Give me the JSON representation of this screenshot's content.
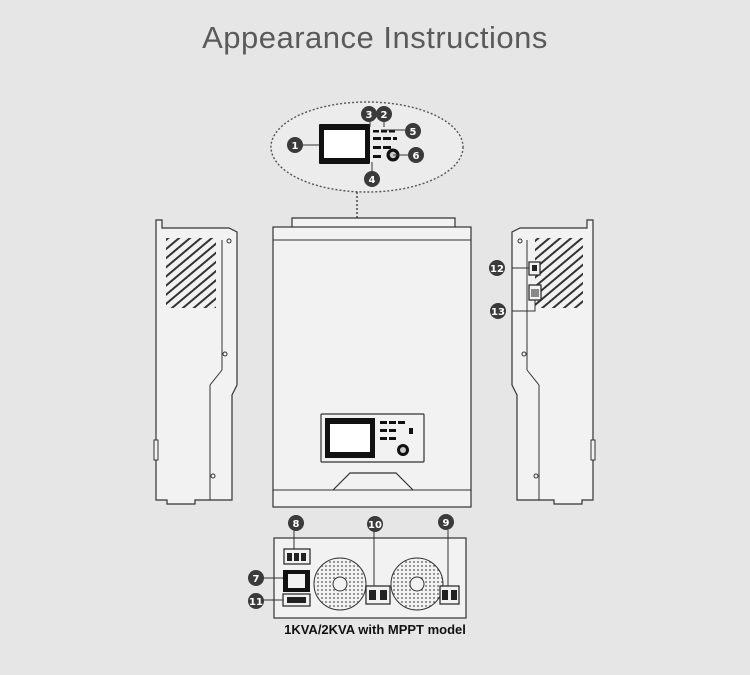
{
  "title": "Appearance Instructions",
  "caption": "1KVA/2KVA with MPPT model",
  "callouts": [
    {
      "id": "1",
      "label": "1"
    },
    {
      "id": "2",
      "label": "2"
    },
    {
      "id": "3",
      "label": "3"
    },
    {
      "id": "4",
      "label": "4"
    },
    {
      "id": "5",
      "label": "5"
    },
    {
      "id": "6",
      "label": "6"
    },
    {
      "id": "7",
      "label": "7"
    },
    {
      "id": "8",
      "label": "8"
    },
    {
      "id": "9",
      "label": "9"
    },
    {
      "id": "10",
      "label": "10"
    },
    {
      "id": "11",
      "label": "11"
    },
    {
      "id": "12",
      "label": "12"
    },
    {
      "id": "13",
      "label": "13"
    }
  ],
  "colors": {
    "background": "#e6e6e6",
    "line": "#333333",
    "callout_fill": "#3a3a3a",
    "title": "#5a5a5a"
  }
}
